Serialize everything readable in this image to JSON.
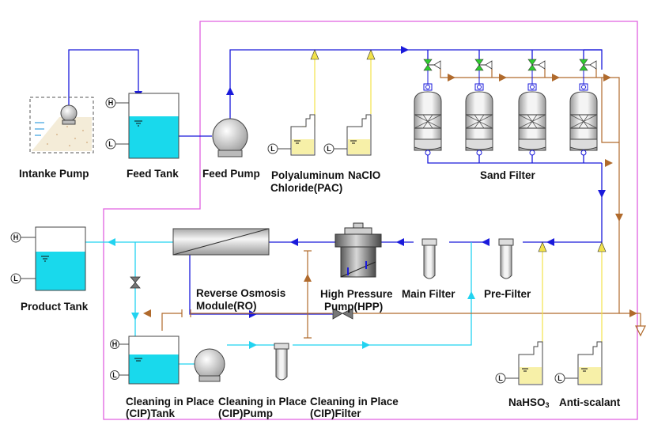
{
  "labels": {
    "intake_pump": "Intanke Pump",
    "feed_tank": "Feed Tank",
    "feed_pump": "Feed Pump",
    "pac_line1": "Polyaluminum",
    "pac_line2": "Chloride(PAC)",
    "naclo": "NaClO",
    "sand_filter": "Sand Filter",
    "product_tank": "Product Tank",
    "ro_line1": "Reverse Osmosis",
    "ro_line2": "Module(RO)",
    "hpp_line1": "High Pressure",
    "hpp_line2": "Pump(HPP)",
    "main_filter": "Main Filter",
    "pre_filter": "Pre-Filter",
    "cip_tank_line1": "Cleaning in Place",
    "cip_tank_line2": "(CIP)Tank",
    "cip_pump_line1": "Cleaning in Place",
    "cip_pump_line2": "(CIP)Pump",
    "cip_filter_line1": "Cleaning in Place",
    "cip_filter_line2": "(CIP)Filter",
    "nahso3_base": "NaHSO",
    "nahso3_sub": "3",
    "anti_scalant": "Anti-scalant"
  },
  "level_marks": {
    "high": "H",
    "low": "L"
  },
  "colors": {
    "raw_water": "#1a1adb",
    "permeate": "#22d3f0",
    "concentrate": "#b06a2c",
    "chemical": "#f2e24a",
    "tank_water": "#19d9ec",
    "chem_liquid": "#f7f0a8",
    "valve_green": "#2ecc2e",
    "boundary": "#e060e0"
  }
}
